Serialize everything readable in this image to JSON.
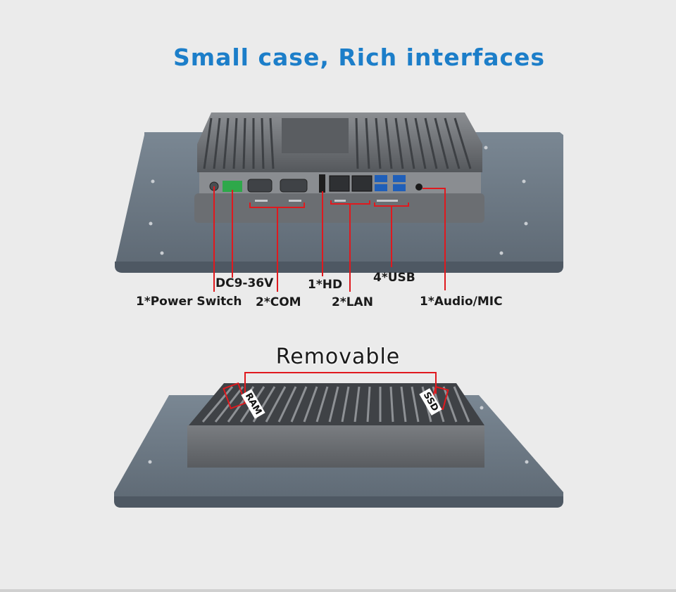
{
  "headline": "Small case, Rich interfaces",
  "labels": {
    "power_switch": "1*Power Switch",
    "dc": "DC9-36V",
    "com": "2*COM",
    "hd": "1*HD",
    "lan": "2*LAN",
    "usb": "4*USB",
    "audio": "1*Audio/MIC"
  },
  "removable": {
    "title": "Removable",
    "ram": "RAM",
    "ssd": "SSD"
  },
  "colors": {
    "headline": "#1c7ec9",
    "callout": "#e0191e",
    "panel": "#6d7a86",
    "case": "#6b6e72"
  }
}
